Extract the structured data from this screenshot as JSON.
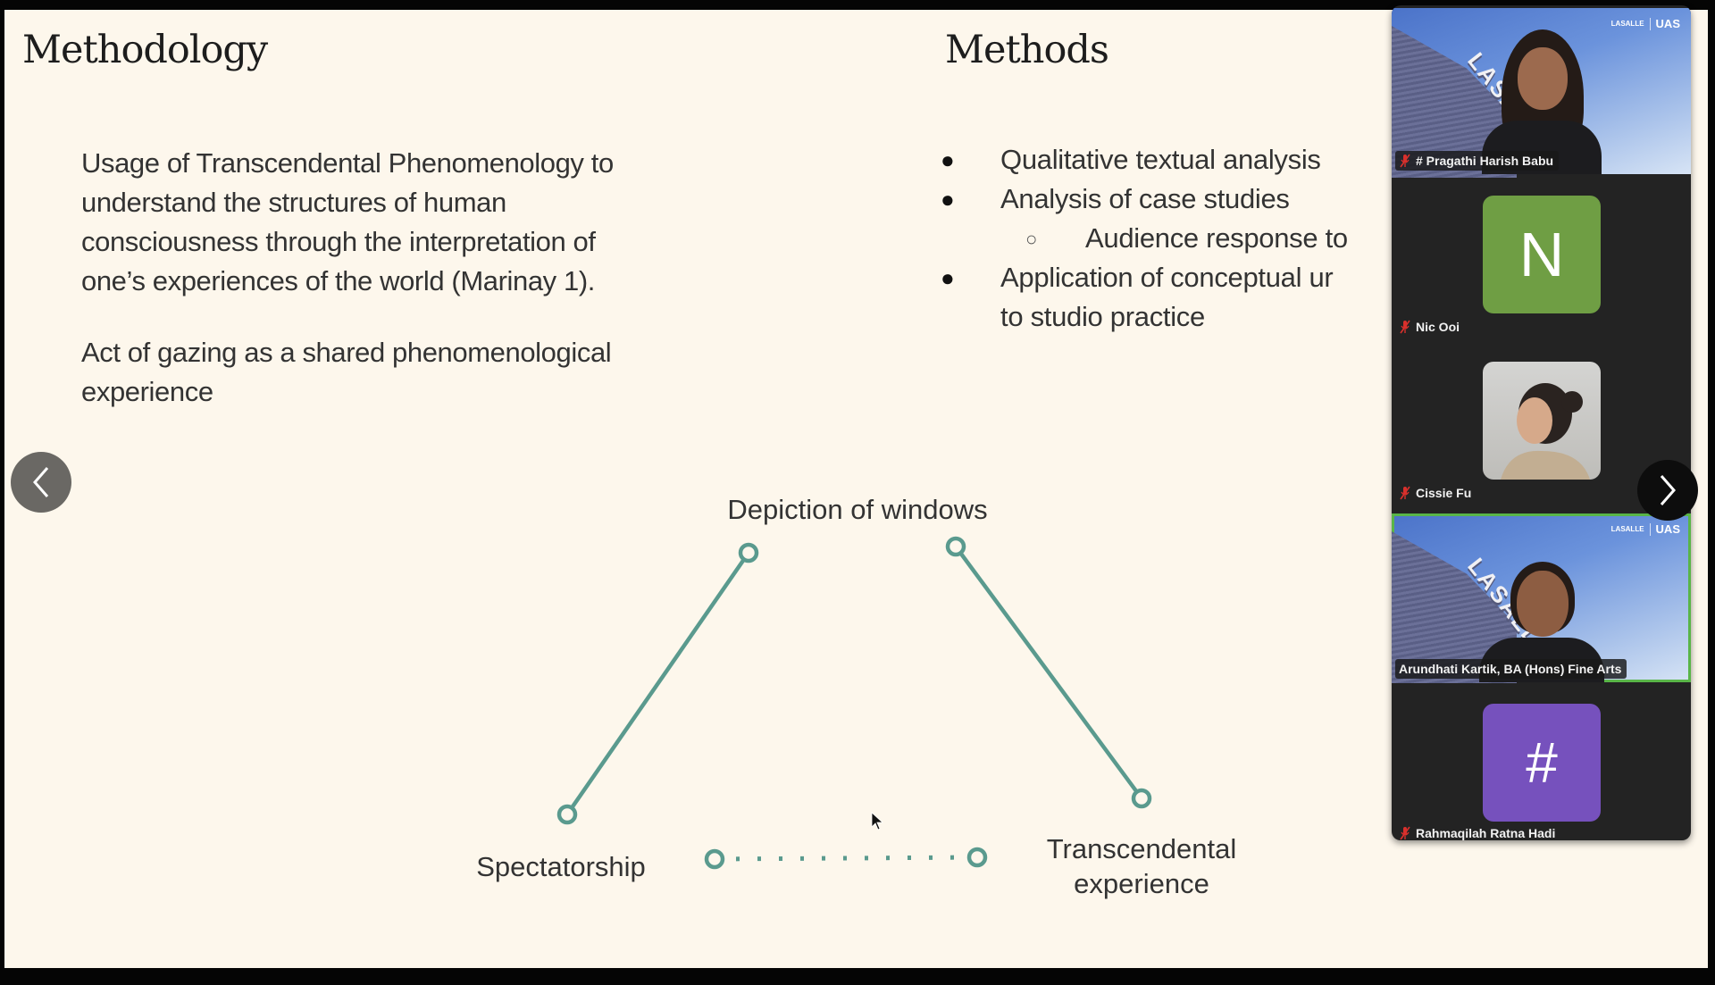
{
  "slide": {
    "left_title": "Methodology",
    "right_title": "Methods",
    "paragraphs": [
      {
        "lines": [
          "Usage of Transcendental Phenomenology to",
          "understand the structures of human",
          "consciousness through the interpretation of",
          "one’s experiences of the world (Marinay 1)."
        ]
      },
      {
        "lines": [
          "Act of gazing as a shared phenomenological",
          "experience"
        ]
      }
    ],
    "methods": [
      {
        "level": 1,
        "bullet": "●",
        "text": "Qualitative textual analysis"
      },
      {
        "level": 1,
        "bullet": "●",
        "text": "Analysis of case studies"
      },
      {
        "level": 2,
        "bullet": "○",
        "text": "Audience response to"
      },
      {
        "level": 1,
        "bullet": "●",
        "text": "Application of conceptual ur"
      },
      {
        "level": 0,
        "bullet": "",
        "text": "to studio practice"
      }
    ],
    "diagram": {
      "nodes": {
        "top": "Depiction of windows",
        "bottom_left": "Spectatorship",
        "bottom_right_line1": "Transcendental",
        "bottom_right_line2": "experience"
      },
      "connectors": [
        {
          "from": "Spectatorship",
          "to": "Depiction of windows",
          "style": "solid"
        },
        {
          "from": "Depiction of windows",
          "to": "Transcendental experience",
          "style": "solid"
        },
        {
          "from": "Spectatorship",
          "to": "Transcendental experience",
          "style": "dotted"
        }
      ],
      "accent_color": "#5a9a8e"
    }
  },
  "navigation": {
    "prev_icon": "chevron-left-icon",
    "next_icon": "chevron-right-icon"
  },
  "participants": [
    {
      "name": "# Pragathi Harish Babu",
      "muted": true,
      "type": "video",
      "active": false
    },
    {
      "name": "Nic Ooi",
      "muted": true,
      "type": "initial",
      "initial": "N",
      "color": "#6f9e44",
      "active": false
    },
    {
      "name": "Cissie Fu",
      "muted": true,
      "type": "photo",
      "active": false
    },
    {
      "name": "Arundhati Kartik, BA (Hons) Fine Arts",
      "muted": false,
      "type": "video",
      "active": true
    },
    {
      "name": "Rahmaqilah Ratna Hadi",
      "muted": true,
      "type": "initial",
      "initial": "#",
      "color": "#7651bd",
      "active": false
    }
  ],
  "video_background": {
    "building_sign": "LASALLE",
    "logo_left": "LASALLE",
    "logo_right": "UAS"
  },
  "colors": {
    "slide_bg": "#fdf7ec",
    "active_speaker_border": "#59b548",
    "mic_muted": "#d9302c",
    "panel_bg": "#232323"
  }
}
